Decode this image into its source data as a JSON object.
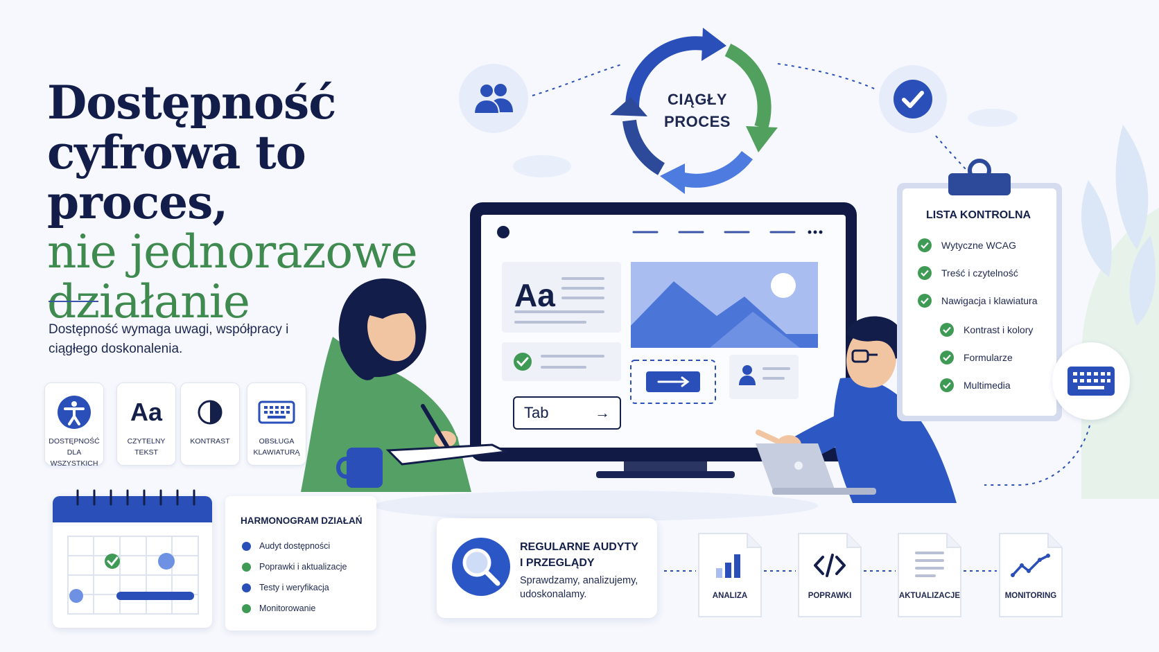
{
  "headline": {
    "line1": "Dostępność",
    "line2": "cyfrowa to proces,",
    "line3": "nie jednorazowe",
    "line4": "działanie"
  },
  "subtitle": "Dostępność wymaga uwagi, współpracy i ciągłego doskonalenia.",
  "features": [
    {
      "label": "Dostępność\ndla wszystkich",
      "icon": "accessibility-icon"
    },
    {
      "label": "Czytelny\ntekst",
      "icon": "font-aa-icon"
    },
    {
      "label": "Kontrast",
      "icon": "contrast-icon"
    },
    {
      "label": "Obsługa\nklawiaturą",
      "icon": "keyboard-icon"
    }
  ],
  "cycle": {
    "label": "CIĄGŁY\nPROCES"
  },
  "screen": {
    "aa": "Aa",
    "tab_label": "Tab",
    "tab_arrow": "→"
  },
  "checklist": {
    "title": "LISTA KONTROLNA",
    "items": [
      "Wytyczne WCAG",
      "Treść i czytelność",
      "Nawigacja i klawiatura",
      "Kontrast i kolory",
      "Formularze",
      "Multimedia"
    ]
  },
  "schedule": {
    "title": "HARMONOGRAM DZIAŁAŃ",
    "items": [
      {
        "label": "Audyt dostępności",
        "color": "#2a4fb8"
      },
      {
        "label": "Poprawki i aktualizacje",
        "color": "#3f9a55"
      },
      {
        "label": "Testy i weryfikacja",
        "color": "#2a4fb8"
      },
      {
        "label": "Monitorowanie",
        "color": "#3f9a55"
      }
    ]
  },
  "audit": {
    "title": "REGULARNE AUDYTY\nI PRZEGLĄDY",
    "description": "Sprawdzamy, analizujemy, udoskonalamy."
  },
  "steps": [
    {
      "label": "ANALIZA",
      "icon": "bar-chart-icon"
    },
    {
      "label": "POPRAWKI",
      "icon": "code-icon"
    },
    {
      "label": "AKTUALIZACJE",
      "icon": "document-lines-icon"
    },
    {
      "label": "MONITORING",
      "icon": "line-chart-icon"
    }
  ],
  "colors": {
    "navy": "#131d49",
    "brand_blue": "#2a56c6",
    "green": "#3f8a4f",
    "light_blue": "#e8eefb"
  }
}
